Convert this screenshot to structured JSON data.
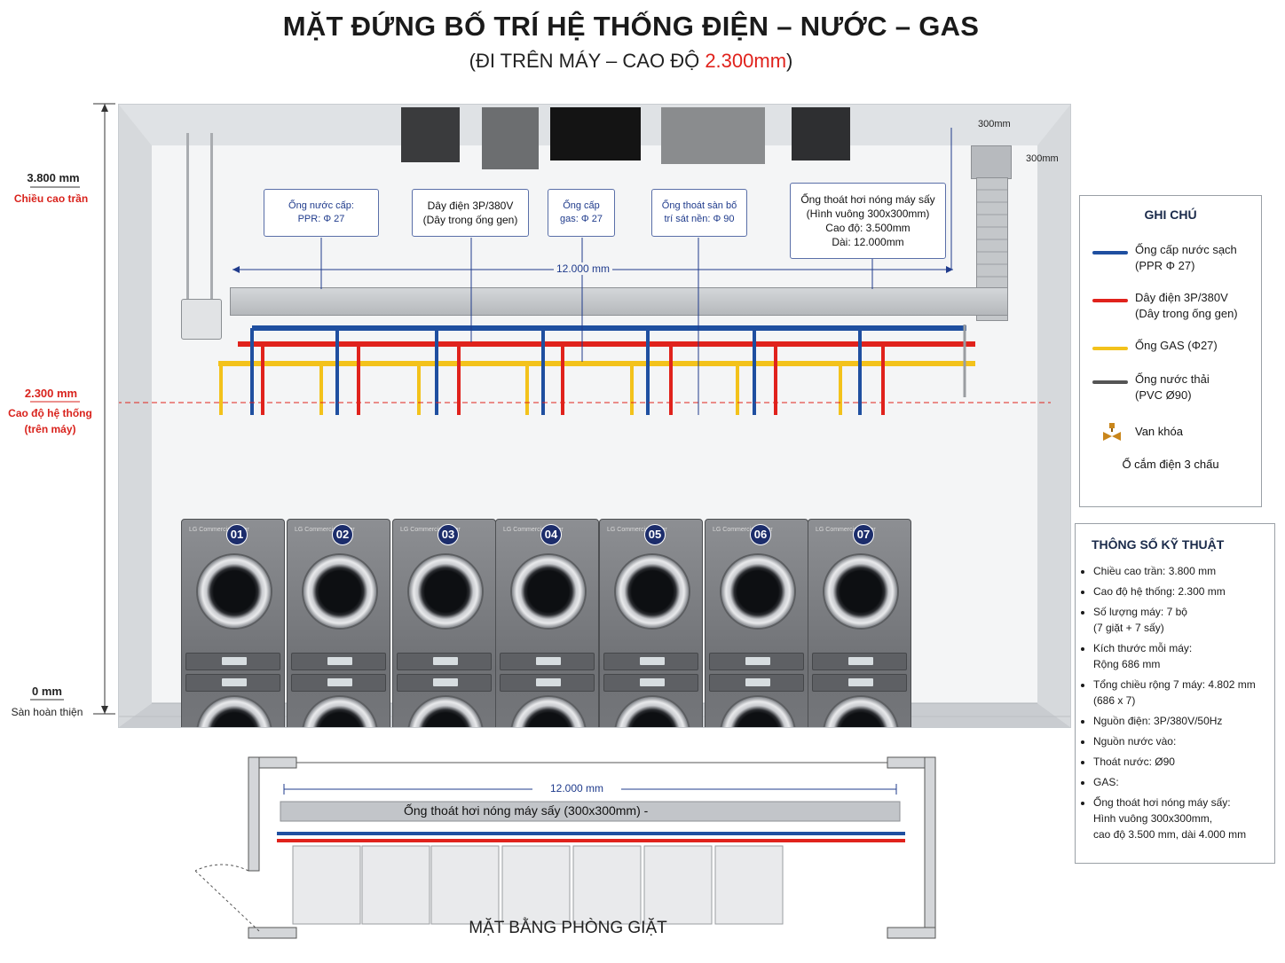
{
  "title": "MẶT ĐỨNG BỐ TRÍ HỆ THỐNG ĐIỆN – NƯỚC – GAS",
  "subtitle_prefix": "(ĐI TRÊN MÁY – CAO ĐỘ ",
  "subtitle_highlight": "2.300mm",
  "subtitle_suffix": ")",
  "levels": {
    "ceiling": {
      "value": "3.800 mm",
      "label": "Chiều cao trần"
    },
    "system": {
      "value": "2.300 mm",
      "label_line1": "Cao độ hệ thống",
      "label_line2": "(trên máy)"
    },
    "floor": {
      "value": "0 mm",
      "label": "Sàn hoàn thiện"
    }
  },
  "callouts": {
    "water": {
      "line1": "Ống nước cấp:",
      "line2": "PPR: Φ 27"
    },
    "electric": {
      "line1": "Dây điện 3P/380V",
      "line2": "(Dây trong ống gen)"
    },
    "gas": {
      "line1": "Ống cấp",
      "line2": "gas: Φ 27"
    },
    "drain": {
      "line1": "Ống thoát sàn bố",
      "line2": "trí sát nền: Φ 90"
    },
    "exhaust": {
      "line1": "Ống thoát hơi nóng máy sấy",
      "line2": "(Hình vuông 300x300mm)",
      "line3": "Cao độ: 3.500mm",
      "line4": "Dài: 12.000mm"
    }
  },
  "dimensions": {
    "width_total": "12.000 mm",
    "duct_width": "300mm",
    "duct_height": "300mm"
  },
  "machines": [
    {
      "num": "01",
      "brand": "LG Commercial Dryer"
    },
    {
      "num": "02",
      "brand": "LG Commercial Dryer"
    },
    {
      "num": "03",
      "brand": "LG Commercial Dryer"
    },
    {
      "num": "04",
      "brand": "LG Commercial Dryer"
    },
    {
      "num": "05",
      "brand": "LG Commercial Dryer"
    },
    {
      "num": "06",
      "brand": "LG Commercial Dryer"
    },
    {
      "num": "07",
      "brand": "LG Commercial Dryer"
    }
  ],
  "legend": {
    "title": "GHI CHÚ",
    "items": [
      {
        "color": "#1f4fa0",
        "line1": "Ống cấp nước sạch",
        "line2": "(PPR Φ 27)"
      },
      {
        "color": "#e0221c",
        "line1": "Dây điện 3P/380V",
        "line2": "(Dây trong ống gen)"
      },
      {
        "color": "#f3c21b",
        "line1": "Ống GAS (Φ27)",
        "line2": ""
      },
      {
        "color": "#555555",
        "line1": "Ống nước thải",
        "line2": "(PVC Ø90)"
      }
    ],
    "valve": "Van khóa",
    "socket": "Ổ cắm điện 3 chấu"
  },
  "specs": {
    "title": "THÔNG SỐ KỸ THUẬT",
    "items": [
      {
        "line1": "Chiều cao trần:  3.800 mm",
        "line2": ""
      },
      {
        "line1": "Cao độ hệ thống:  2.300 mm",
        "line2": ""
      },
      {
        "line1": "Số lượng máy:  7 bộ",
        "line2": "(7 giặt + 7 sấy)"
      },
      {
        "line1": "Kích thước mỗi máy:",
        "line2": "Rộng 686 mm"
      },
      {
        "line1": "Tổng chiều rộng 7 máy:  4.802 mm",
        "line2": "(686 x 7)"
      },
      {
        "line1": "Nguồn điện:  3P/380V/50Hz",
        "line2": ""
      },
      {
        "line1": "Nguồn nước vào:",
        "line2": ""
      },
      {
        "line1": "Thoát nước:  Ø90",
        "line2": ""
      },
      {
        "line1": "GAS:",
        "line2": ""
      },
      {
        "line1": "Ống thoát hơi nóng máy sấy:",
        "line2": "Hình vuông 300x300mm,",
        "line3": "cao độ 3.500 mm, dài 4.000 mm"
      }
    ]
  },
  "plan": {
    "dimension": "12.000 mm",
    "duct_label": "Ống thoát hơi nóng máy sấy (300x300mm) -",
    "label": "MẶT BẰNG PHÒNG GIẶT"
  }
}
